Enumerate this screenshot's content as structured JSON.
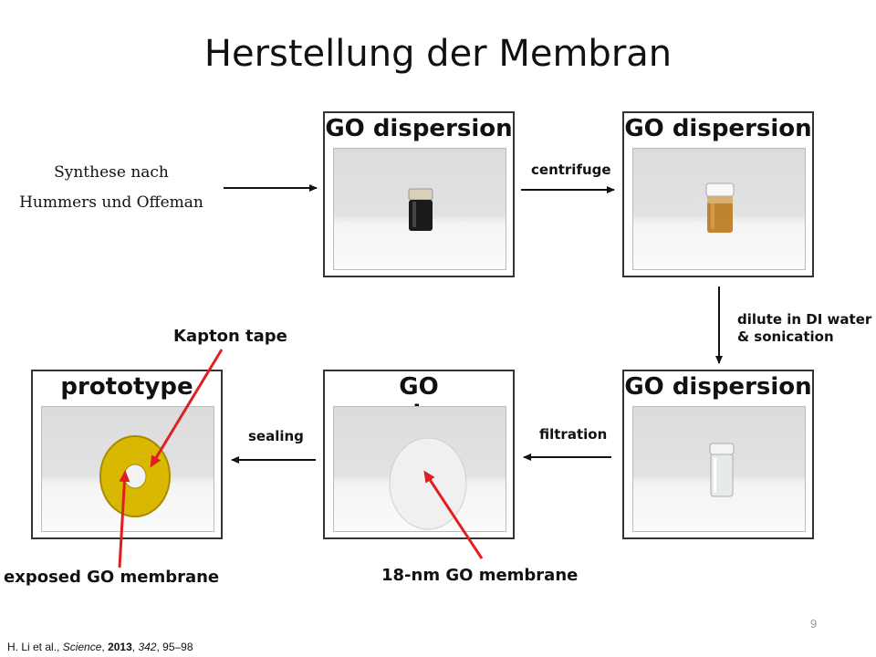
{
  "slide": {
    "title": "Herstellung der Membran",
    "page_number": "9"
  },
  "synthesis": {
    "line1": "Synthese nach",
    "line2": "Hummers und Offeman"
  },
  "boxes": {
    "box1": {
      "title": "GO dispersion"
    },
    "box2": {
      "title": "GO dispersion"
    },
    "box3": {
      "title": "GO dispersion"
    },
    "box4": {
      "title": "GO membrane"
    },
    "box5": {
      "title": "prototype"
    }
  },
  "steps": {
    "centrifuge": "centrifuge",
    "dilute_line1": "dilute in DI water",
    "dilute_line2": "& sonication",
    "filtration": "filtration",
    "sealing": "sealing"
  },
  "annotations": {
    "kapton": "Kapton tape",
    "exposed": "exposed GO membrane",
    "membrane_18nm": "18-nm GO membrane"
  },
  "citation": {
    "authors": "H. Li et al., ",
    "journal": "Science",
    "sep1": ", ",
    "year": "2013",
    "sep2": ", ",
    "volume": "342",
    "pages": ", 95–98"
  },
  "colors": {
    "annotation_arrow": "#e02020",
    "dispersion_dark": "#1a1a1a",
    "dispersion_amber": "#b9791d",
    "kapton_yellow": "#d8b800"
  }
}
